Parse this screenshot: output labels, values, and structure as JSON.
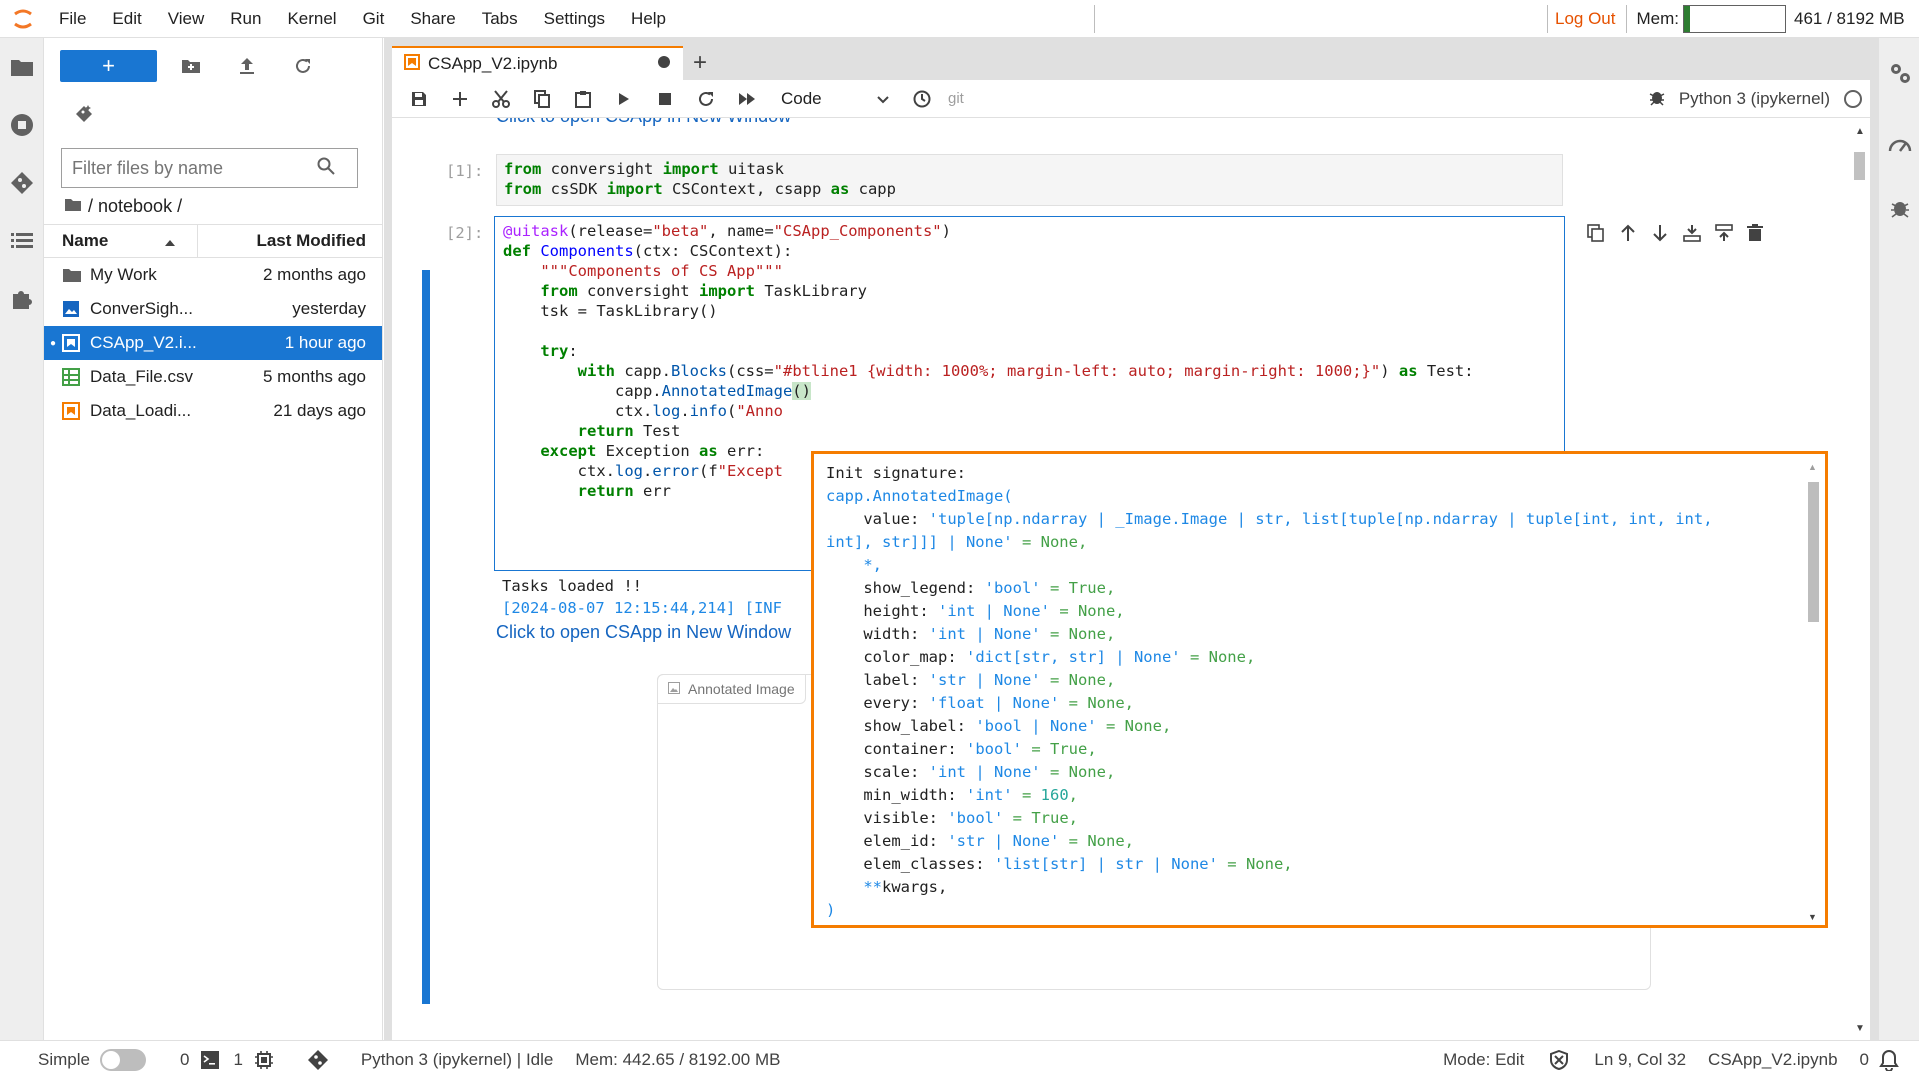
{
  "menubar": {
    "items": [
      "File",
      "Edit",
      "View",
      "Run",
      "Kernel",
      "Git",
      "Share",
      "Tabs",
      "Settings",
      "Help"
    ],
    "logout": "Log Out",
    "mem_label": "Mem:",
    "mem_text": "461 / 8192 MB",
    "mem_fraction": 0.056
  },
  "filebrowser": {
    "new_label": "+",
    "filter_placeholder": "Filter files by name",
    "breadcrumb": "/ notebook /",
    "col_name": "Name",
    "col_modified": "Last Modified",
    "files": [
      {
        "name": "My Work",
        "modified": "2 months ago",
        "type": "folder"
      },
      {
        "name": "ConverSigh...",
        "modified": "yesterday",
        "type": "image"
      },
      {
        "name": "CSApp_V2.i...",
        "modified": "1 hour ago",
        "type": "notebook"
      },
      {
        "name": "Data_File.csv",
        "modified": "5 months ago",
        "type": "csv"
      },
      {
        "name": "Data_Loadi...",
        "modified": "21 days ago",
        "type": "notebook"
      }
    ]
  },
  "notebook": {
    "tab_title": "CSApp_V2.ipynb",
    "cell_type": "Code",
    "git_label": "git",
    "kernel": "Python 3 (ipykernel)",
    "partial_top_text": "Click to open CSApp in New Window",
    "cell1_prompt": "[1]:",
    "cell2_prompt": "[2]:",
    "output_tasks": "Tasks loaded  !!",
    "output_log": "[2024-08-07 12:15:44,214] [INF",
    "output_link": "Click to open CSApp in New Window",
    "annotated_label": "Annotated Image"
  },
  "tooltip": {
    "title": "Init signature:"
  },
  "statusbar": {
    "mode_simple": "Simple",
    "count1": "0",
    "count2": "1",
    "kernel_status": "Python 3 (ipykernel) | Idle",
    "mem": "Mem: 442.65 / 8192.00 MB",
    "mode": "Mode: Edit",
    "position": "Ln 9, Col 32",
    "filename": "CSApp_V2.ipynb",
    "notifications": "0"
  }
}
